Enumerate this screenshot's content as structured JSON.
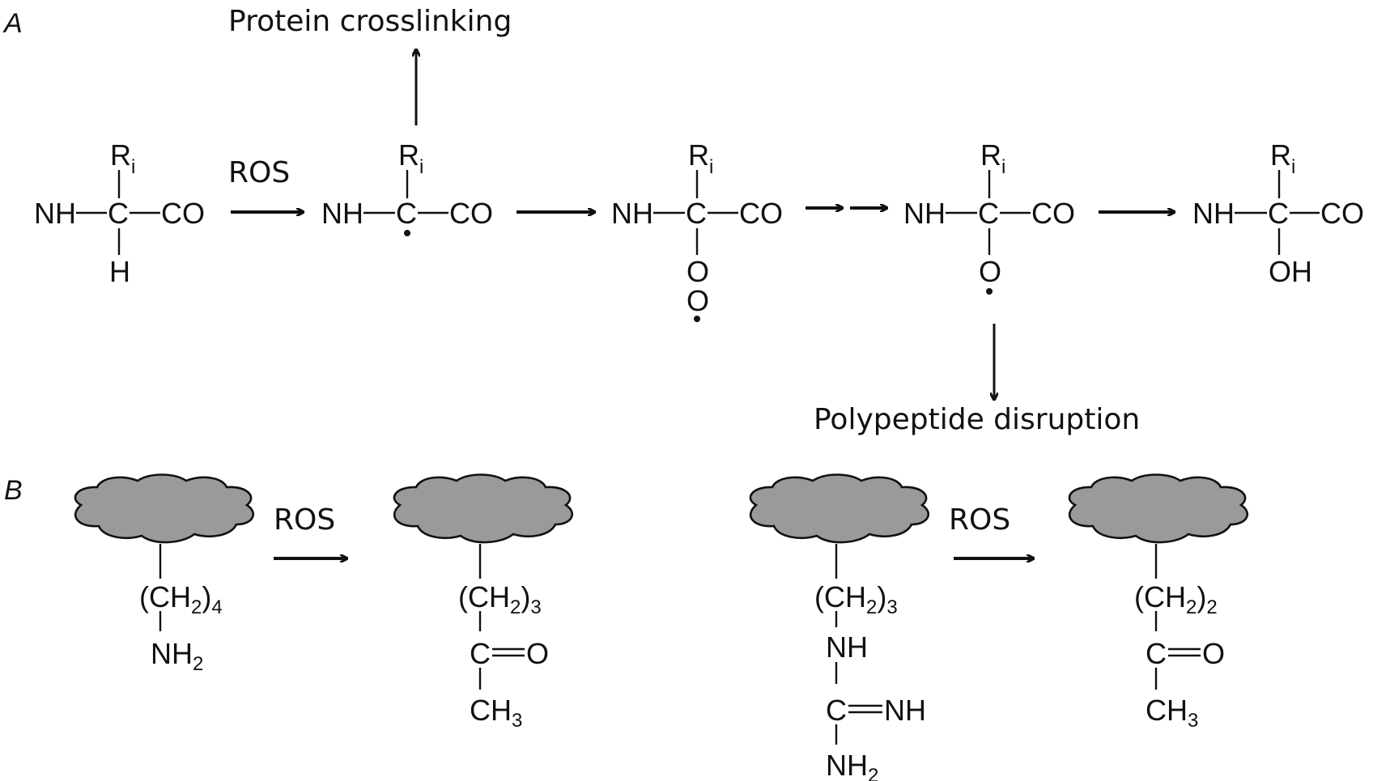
{
  "panels": {
    "a": "A",
    "b": "B"
  },
  "panel_a": {
    "outcome_top": "Protein crosslinking",
    "outcome_bottom": "Polypeptide disruption",
    "reagent": "ROS",
    "molecules": [
      {
        "left": "NH",
        "center": "C",
        "right": "CO",
        "top": "R",
        "top_sub": "i",
        "bottom": "H",
        "radical": "none"
      },
      {
        "left": "NH",
        "center": "C",
        "right": "CO",
        "top": "R",
        "top_sub": "i",
        "bottom": "",
        "radical": "carbon"
      },
      {
        "left": "NH",
        "center": "C",
        "right": "CO",
        "top": "R",
        "top_sub": "i",
        "bottom": "O",
        "bottom2": "O",
        "radical": "peroxyl"
      },
      {
        "left": "NH",
        "center": "C",
        "right": "CO",
        "top": "R",
        "top_sub": "i",
        "bottom": "O",
        "radical": "alkoxyl"
      },
      {
        "left": "NH",
        "center": "C",
        "right": "CO",
        "top": "R",
        "top_sub": "i",
        "bottom": "OH",
        "radical": "none"
      }
    ]
  },
  "panel_b": {
    "reagent": "ROS",
    "lysine": {
      "chain": "(CH",
      "chain_sub": "2",
      "chain_close": ")",
      "chain_count": "4",
      "end": "NH",
      "end_sub": "2"
    },
    "lysine_product": {
      "chain": "(CH",
      "chain_sub": "2",
      "chain_close": ")",
      "chain_count": "3",
      "carbonyl_c": "C",
      "carbonyl_o": "O",
      "end": "CH",
      "end_sub": "3"
    },
    "arginine": {
      "chain": "(CH",
      "chain_sub": "2",
      "chain_close": ")",
      "chain_count": "3",
      "nh": "NH",
      "c": "C",
      "imine": "NH",
      "end": "NH",
      "end_sub": "2"
    },
    "arginine_product": {
      "chain": "(CH",
      "chain_sub": "2",
      "chain_close": ")",
      "chain_count": "2",
      "carbonyl_c": "C",
      "carbonyl_o": "O",
      "end": "CH",
      "end_sub": "3"
    }
  },
  "colors": {
    "cloud_fill": "#9a9a9a",
    "ink": "#111111"
  }
}
